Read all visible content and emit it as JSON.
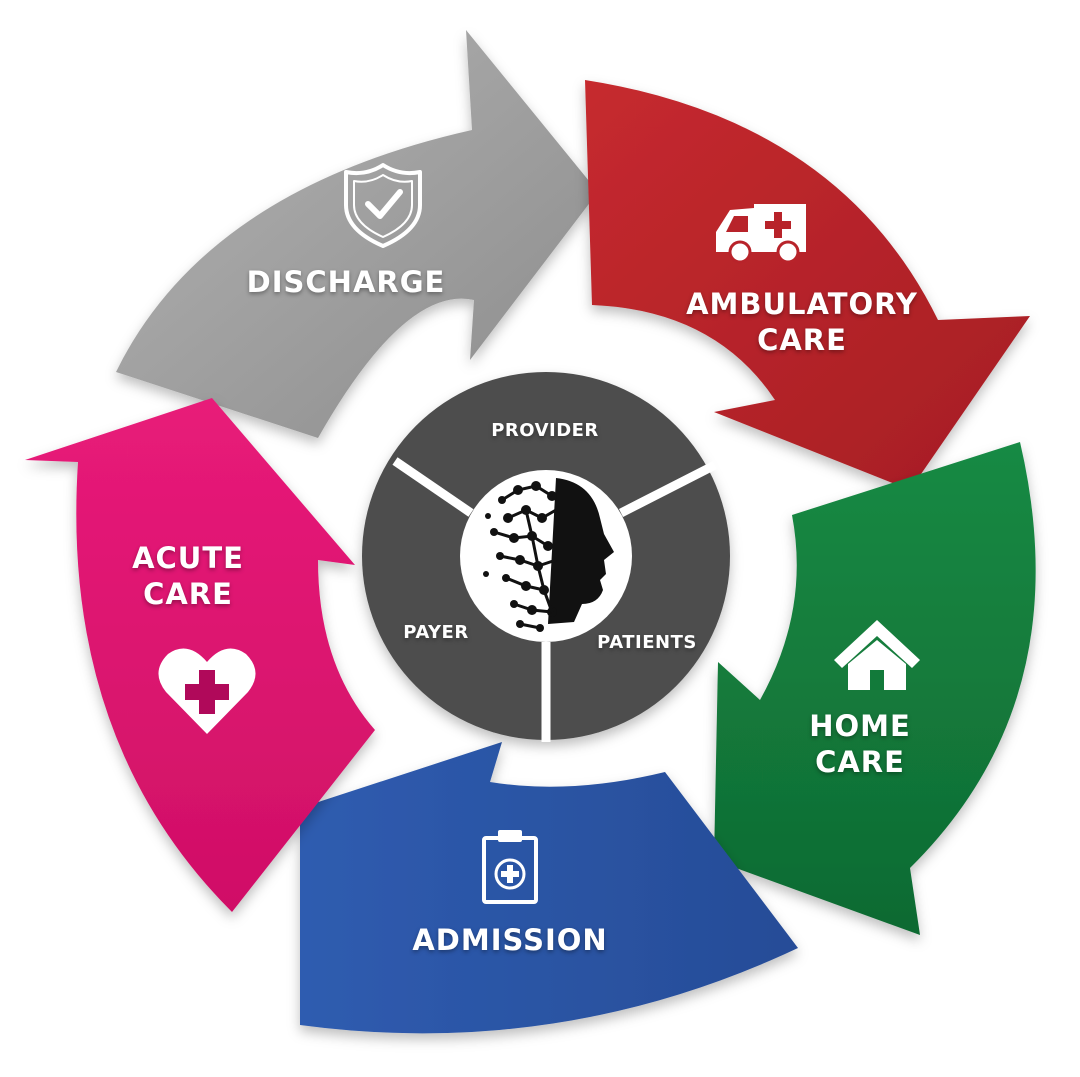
{
  "stages": {
    "discharge": {
      "label": "DISCHARGE",
      "color": "#9a9a9a",
      "icon": "shield-check-icon"
    },
    "ambulatory": {
      "line1": "AMBULATORY",
      "line2": "CARE",
      "color": "#b8232a",
      "icon": "ambulance-icon"
    },
    "home": {
      "line1": "HOME",
      "line2": "CARE",
      "color": "#127a3a",
      "icon": "house-icon"
    },
    "admission": {
      "label": "ADMISSION",
      "color": "#2b54a3",
      "icon": "clipboard-plus-icon"
    },
    "acute": {
      "line1": "ACUTE",
      "line2": "CARE",
      "color": "#de116f",
      "icon": "heart-plus-icon"
    }
  },
  "hub": {
    "provider": "PROVIDER",
    "payer": "PAYER",
    "patients": "PATIENTS",
    "ring_color": "#4d4d4d",
    "icon": "ai-head-icon"
  }
}
